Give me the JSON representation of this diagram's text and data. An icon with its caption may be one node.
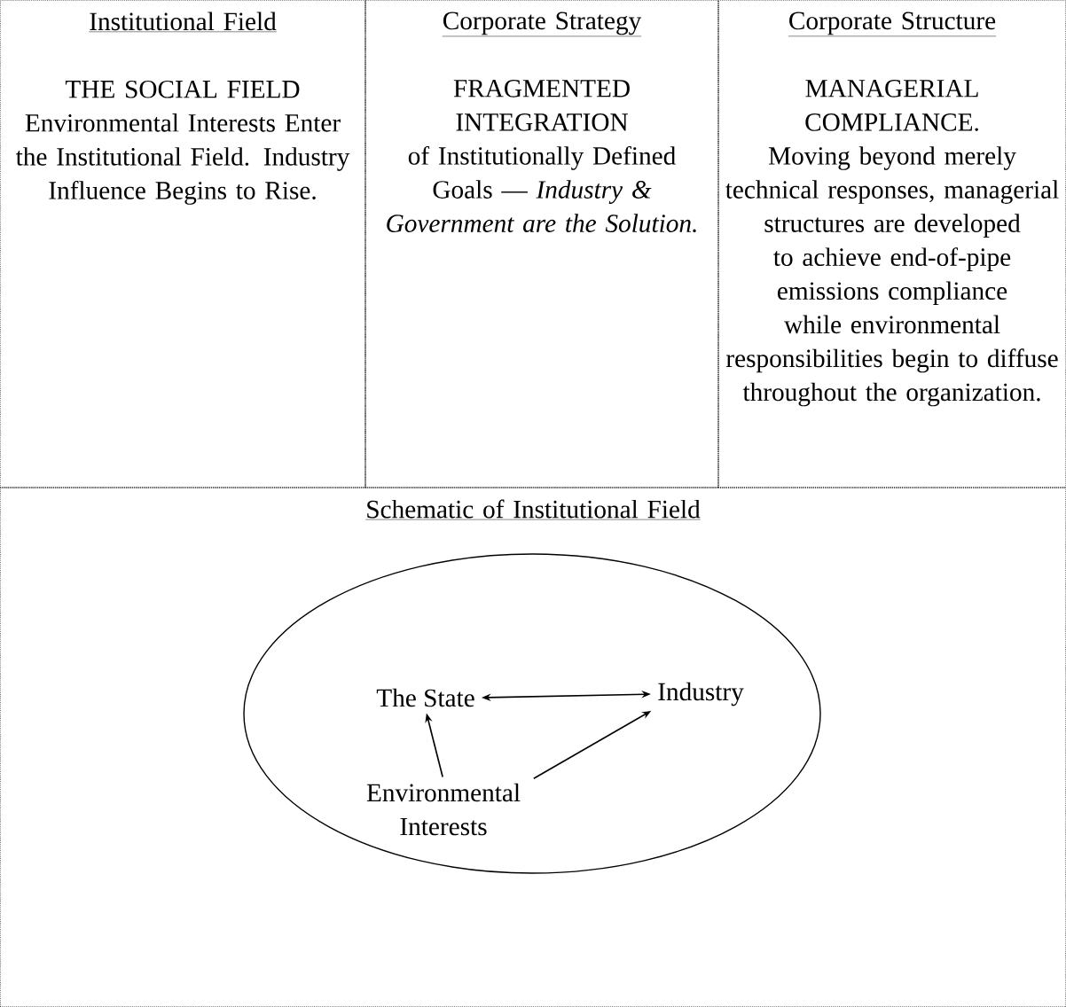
{
  "diagram": {
    "nodes": [
      {
        "text": [
          "Institutional Field",
          "THE SOCIAL FIELD",
          "Environmental Interests Enter the Institutional Field. Industry Influence Begins to Rise."
        ]
      },
      {
        "text": [
          "Corporate Strategy",
          "FRAGMENTED INTEGRATION",
          "of Institutionally Defined Goals — *Industry & Government are the Solution.*"
        ]
      },
      {
        "text": [
          "Corporate Structure",
          "MANAGERIAL COMPLIANCE.",
          "Moving beyond merely technical responses, managerial structures are developed to achieve end-of-pipe emissions compliance while environmental responsibilities begin to diffuse throughout the organization."
        ]
      },
      {
        "text": [
          "Schematic of Institutional Field"
        ]
      },
      {
        "text": [],
        "shape": "ellipse",
        "in": 3
      },
      {
        "text": [
          "The State"
        ],
        "in": 4
      },
      {
        "text": [
          "Industry"
        ],
        "in": 4
      },
      {
        "text": [
          "Environmental Interests"
        ],
        "in": 4
      }
    ],
    "edges": [
      {
        "from": 5,
        "to": 6,
        "arrow": "both"
      },
      {
        "from": 7,
        "to": 5,
        "arrow": "to"
      },
      {
        "from": 7,
        "to": 6,
        "arrow": "to"
      }
    ]
  }
}
